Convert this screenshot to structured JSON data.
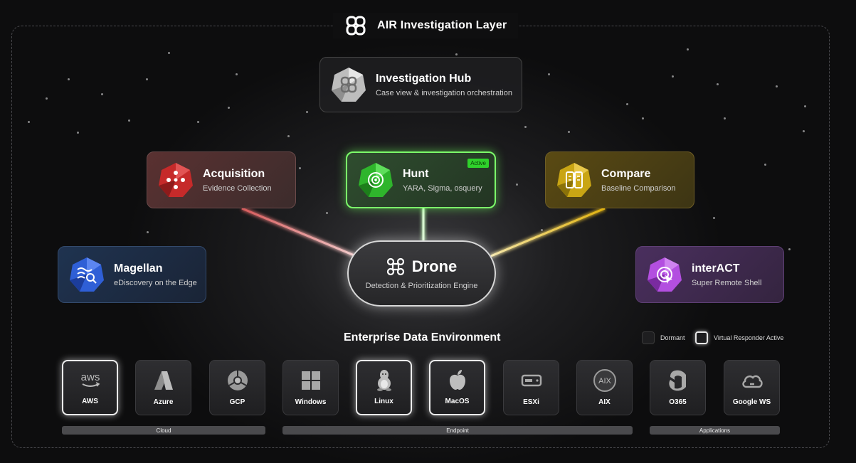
{
  "header": {
    "title": "AIR Investigation Layer"
  },
  "hub": {
    "title": "Investigation Hub",
    "subtitle": "Case view & investigation orchestration"
  },
  "modules": {
    "acquisition": {
      "title": "Acquisition",
      "subtitle": "Evidence Collection",
      "color": "#c62a2a"
    },
    "hunt": {
      "title": "Hunt",
      "subtitle": "YARA, Sigma, osquery",
      "badge": "Active",
      "color": "#3fd63a"
    },
    "compare": {
      "title": "Compare",
      "subtitle": "Baseline Comparison",
      "color": "#c9a514"
    },
    "magellan": {
      "title": "Magellan",
      "subtitle": "eDiscovery on the Edge",
      "color": "#2f5fd6"
    },
    "interact": {
      "title": "interACT",
      "subtitle": "Super Remote Shell",
      "color": "#b34fe0"
    }
  },
  "drone": {
    "title": "Drone",
    "subtitle": "Detection & Prioritization Engine"
  },
  "environment": {
    "title": "Enterprise Data Environment",
    "legend": {
      "dormant": "Dormant",
      "active": "Virtual Responder Active"
    },
    "tiles": [
      {
        "label": "AWS",
        "icon": "aws-icon",
        "active": true
      },
      {
        "label": "Azure",
        "icon": "azure-icon",
        "active": false
      },
      {
        "label": "GCP",
        "icon": "gcp-icon",
        "active": false
      },
      {
        "label": "Windows",
        "icon": "windows-icon",
        "active": false
      },
      {
        "label": "Linux",
        "icon": "linux-icon",
        "active": true
      },
      {
        "label": "MacOS",
        "icon": "apple-icon",
        "active": true
      },
      {
        "label": "ESXi",
        "icon": "server-icon",
        "active": false
      },
      {
        "label": "AIX",
        "icon": "aix-icon",
        "active": false
      },
      {
        "label": "O365",
        "icon": "office-icon",
        "active": false
      },
      {
        "label": "Google WS",
        "icon": "cloud-icon",
        "active": false
      }
    ],
    "groups": {
      "cloud": "Cloud",
      "endpoint": "Endpoint",
      "applications": "Applications"
    }
  }
}
